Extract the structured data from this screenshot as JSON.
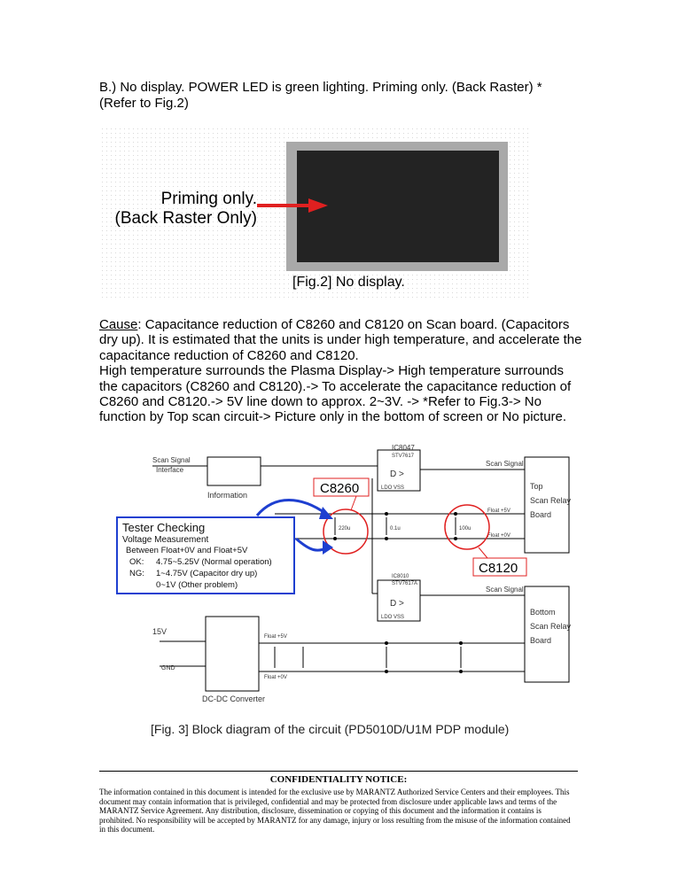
{
  "heading": {
    "line1": "B.) No display. POWER LED is green lighting. Priming only. (Back Raster) *",
    "line2": "(Refer to Fig.2)"
  },
  "fig2": {
    "label_line1": "Priming only.",
    "label_line2": "(Back Raster Only)",
    "caption": "[Fig.2] No display."
  },
  "cause": {
    "label": "Cause",
    "text": ": Capacitance reduction of C8260 and C8120 on Scan board. (Capacitors dry up). It is estimated that the units is under high temperature, and accelerate the capacitance reduction of C8260 and C8120.",
    "text2": "High temperature surrounds the Plasma Display-> High temperature surrounds the capacitors (C8260 and C8120).-> To accelerate the capacitance reduction of C8260 and C8120.-> 5V line down to approx. 2~3V.   -> *Refer to Fig.3-> No function by Top scan circuit-> Picture only in the bottom of screen or No picture."
  },
  "diagram": {
    "scan_signal_in": "Scan Signal",
    "interface": "Interface",
    "info_block": "Information",
    "ic_top_label": "IC8047",
    "ic_top_sub": "STV7617",
    "ic_top_sym": "D  >",
    "ic_top_bottom": "LDO VSS",
    "ic_bot_label": "IC8010",
    "ic_bot_sub": "STV7617A",
    "ic_bot_sym": "D  >",
    "ic_bot_bottom": "LDO VSS",
    "scan_signal_top": "Scan Signal",
    "scan_signal_bot": "Scan Signal",
    "top_board": [
      "Top",
      "Scan Relay",
      "Board"
    ],
    "bottom_board": [
      "Bottom",
      "Scan Relay",
      "Board"
    ],
    "float_5v": "Float +5V",
    "float_0v": "Float +0V",
    "c8260_callout": "C8260",
    "c8120_callout": "C8120",
    "c8260_val": "220u",
    "c8120_val": "100u",
    "c_mid_val": "0.1u",
    "tester": {
      "title": "Tester Checking",
      "subtitle": "Voltage Measurement",
      "between": "Between Float+0V and Float+5V",
      "ok_label": "OK:",
      "ok_value": "4.75~5.25V (Normal operation)",
      "ng_label": "NG:",
      "ng_value1": "1~4.75V (Capacitor dry up)",
      "ng_value2": "0~1V (Other problem)"
    },
    "v15": "15V",
    "gnd": "GND",
    "dcdc": "DC-DC Converter",
    "dcdc_float_p": "Float +5V",
    "dcdc_float_n": "Float +0V",
    "caption": "[Fig. 3] Block diagram of the circuit (PD5010D/U1M PDP module)"
  },
  "notice": {
    "title": "CONFIDENTIALITY NOTICE:",
    "body": "The information contained in this document is intended for the exclusive use by MARANTZ Authorized Service Centers and their employees.  This document may contain information that is privileged, confidential and may be protected from disclosure under applicable laws and terms of the MARANTZ Service Agreement.  Any distribution, disclosure, dissemination or copying of this document and the information it contains is prohibited.  No responsibility will be accepted by MARANTZ for any damage, injury or loss resulting from the misuse of the information contained in this document."
  },
  "colors": {
    "callout_red": "#e02020",
    "arrow_blue": "#1e3fd0",
    "tester_border": "#1e3fd0",
    "frame_gray": "#a9a9a9",
    "screen_dark": "#232323"
  }
}
